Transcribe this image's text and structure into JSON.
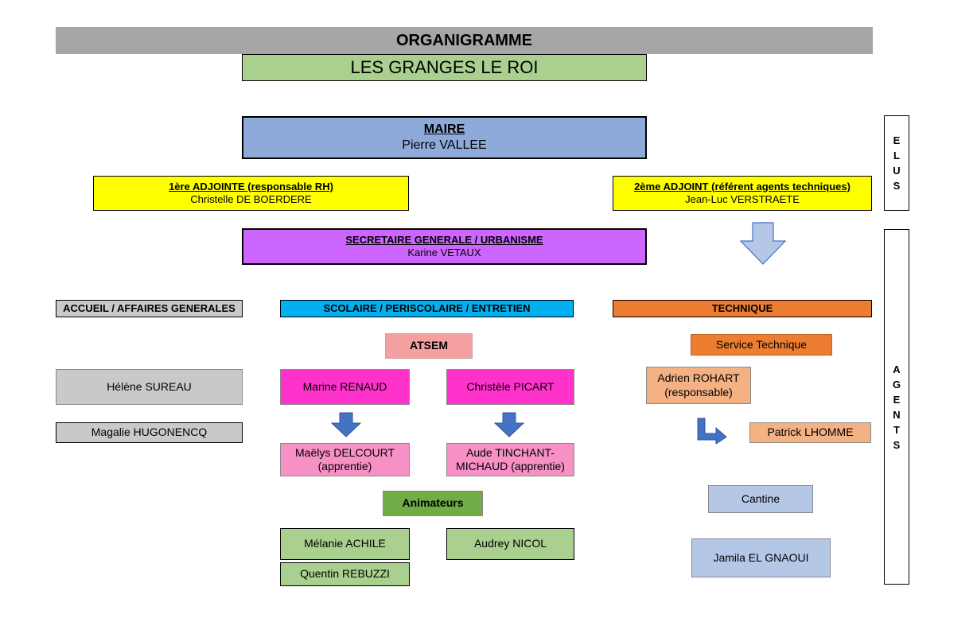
{
  "header": {
    "title": "ORGANIGRAMME",
    "subtitle": "LES GRANGES LE ROI"
  },
  "maire": {
    "role": "MAIRE",
    "name": "Pierre VALLEE"
  },
  "adjoint1": {
    "role": "1ère ADJOINTE (responsable RH)",
    "name": "Christelle DE BOERDERE"
  },
  "adjoint2": {
    "role": "2ème ADJOINT (référent agents techniques)",
    "name": "Jean-Luc VERSTRAETE"
  },
  "secretaire": {
    "role": "SECRETAIRE GENERALE / URBANISME",
    "name": "Karine VETAUX"
  },
  "side_labels": {
    "elus": [
      "E",
      "L",
      "U",
      "S"
    ],
    "agents": [
      "A",
      "G",
      "E",
      "N",
      "T",
      "S"
    ]
  },
  "accueil": {
    "title": "ACCUEIL / AFFAIRES GENERALES",
    "members": [
      "Hélène SUREAU",
      "Magalie HUGONENCQ"
    ]
  },
  "scolaire": {
    "title": "SCOLAIRE / PERISCOLAIRE / ENTRETIEN",
    "atsem_title": "ATSEM",
    "atsem": [
      "Marine RENAUD",
      "Christèle PICART"
    ],
    "apprenties": [
      {
        "line1": "Maëlys DELCOURT",
        "line2": "(apprentie)"
      },
      {
        "line1": "Aude TINCHANT-",
        "line2": "MICHAUD (apprentie)"
      }
    ],
    "animateurs_title": "Animateurs",
    "animateurs": [
      "Mélanie ACHILE",
      "Audrey NICOL",
      "Quentin REBUZZI"
    ]
  },
  "technique": {
    "title": "TECHNIQUE",
    "service": "Service Technique",
    "responsable": {
      "line1": "Adrien ROHART",
      "line2": "(responsable)"
    },
    "agent": "Patrick LHOMME",
    "cantine": "Cantine",
    "cantine_agent": "Jamila EL GNAOUI"
  },
  "colors": {
    "grey_header": "#a6a6a6",
    "green_title": "#a9d08e",
    "maire_blue": "#8eaadb",
    "yellow": "#ffff00",
    "purple": "#cc66ff",
    "cyan": "#00b0f0",
    "orange": "#ed7d31",
    "grey_box": "#c9c9c9",
    "atsem_pink": "#f4a0a0",
    "magenta": "#ff33cc",
    "light_pink": "#f791c5",
    "green_dark": "#70ad47",
    "peach": "#f4b183",
    "light_blue": "#b4c7e7",
    "arrow_blue": "#4472c4"
  }
}
